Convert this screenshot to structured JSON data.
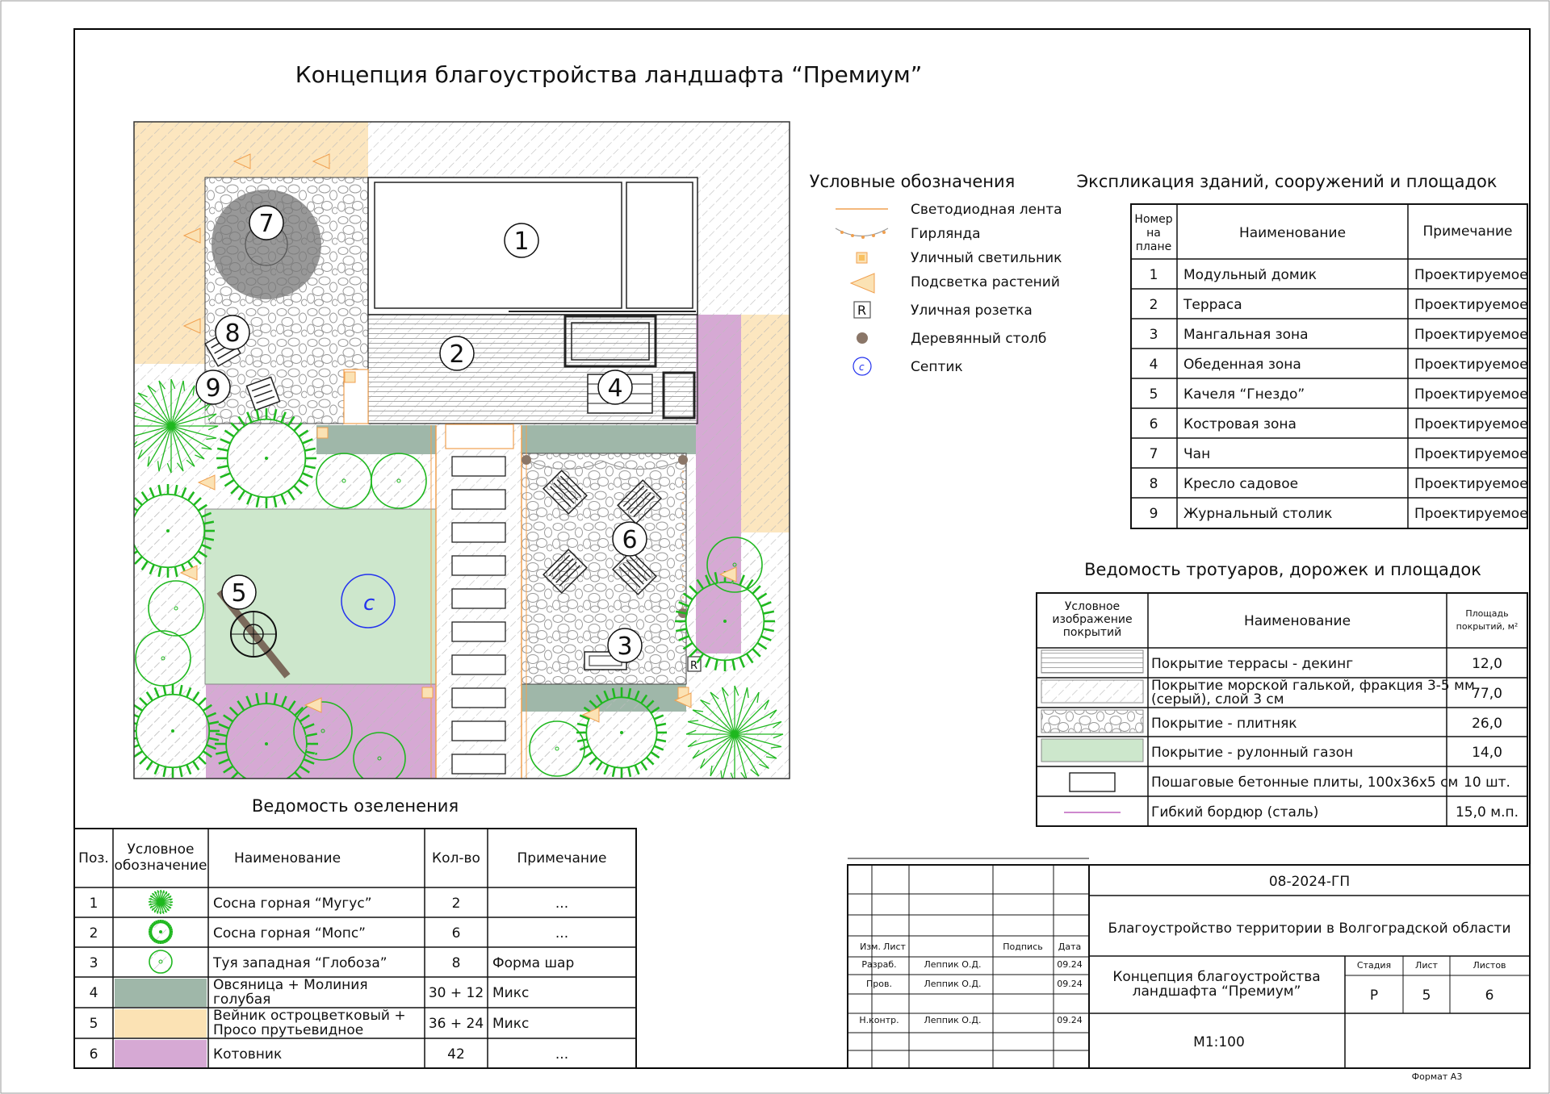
{
  "title": "Концепция благоустройства ландшафта “Премиум”",
  "colors": {
    "sand": "#fbe2b4",
    "purple": "#d6a9d4",
    "sage": "#9fb7a9",
    "lawn": "#cde7cc",
    "green": "#1fb81f",
    "hatch": "#bcbcbc",
    "deck": "#a9a9a9"
  },
  "plan": {
    "labels": [
      "1",
      "2",
      "3",
      "4",
      "5",
      "6",
      "7",
      "8",
      "9"
    ]
  },
  "legend": {
    "title": "Условные обозначения",
    "items": [
      {
        "icon": "led-strip-icon",
        "label": "Светодиодная лента"
      },
      {
        "icon": "garland-icon",
        "label": "Гирлянда"
      },
      {
        "icon": "street-lamp-icon",
        "label": "Уличный светильник"
      },
      {
        "icon": "plant-light-icon",
        "label": "Подсветка растений"
      },
      {
        "icon": "outlet-icon",
        "label": "Уличная розетка",
        "glyph": "R"
      },
      {
        "icon": "wood-post-icon",
        "label": "Деревянный столб"
      },
      {
        "icon": "septic-icon",
        "label": "Септик"
      }
    ]
  },
  "explication": {
    "title": "Экспликация зданий, сооружений и площадок",
    "headers": [
      "Номер на плане",
      "Наименование",
      "Примечание"
    ],
    "rows": [
      [
        "1",
        "Модульный домик",
        "Проектируемое"
      ],
      [
        "2",
        "Терраса",
        "Проектируемое"
      ],
      [
        "3",
        "Мангальная зона",
        "Проектируемое"
      ],
      [
        "4",
        "Обеденная зона",
        "Проектируемое"
      ],
      [
        "5",
        "Качеля “Гнездо”",
        "Проектируемое"
      ],
      [
        "6",
        "Костровая зона",
        "Проектируемое"
      ],
      [
        "7",
        "Чан",
        "Проектируемое"
      ],
      [
        "8",
        "Кресло садовое",
        "Проектируемое"
      ],
      [
        "9",
        "Журнальный столик",
        "Проектируемое"
      ]
    ]
  },
  "paths": {
    "title": "Ведомость тротуаров, дорожек и площадок",
    "headers": [
      "Условное изображение покрытий",
      "Наименование",
      "Площадь покрытий, м²"
    ],
    "rows": [
      [
        "Покрытие террасы - декинг",
        "12,0"
      ],
      [
        "Покрытие морской галькой, фракция 3-5 мм (серый), слой 3 см",
        "77,0"
      ],
      [
        "Покрытие - плитняк",
        "26,0"
      ],
      [
        "Покрытие - рулонный газон",
        "14,0"
      ],
      [
        "Пошаговые бетонные плиты, 100х36х5 см",
        "10 шт."
      ],
      [
        "Гибкий бордюр (сталь)",
        "15,0 м.п."
      ]
    ]
  },
  "greening": {
    "title": "Ведомость озеленения",
    "headers": [
      "Поз.",
      "Условное обозначение",
      "Наименование",
      "Кол-во",
      "Примечание"
    ],
    "rows": [
      [
        "1",
        "Сосна горная “Мугус”",
        "2",
        "..."
      ],
      [
        "2",
        "Сосна горная “Мопс”",
        "6",
        "..."
      ],
      [
        "3",
        "Туя западная “Глобоза”",
        "8",
        "Форма шар"
      ],
      [
        "4",
        "Овсяница + Молиния голубая",
        "30 + 12",
        "Микс"
      ],
      [
        "5",
        "Вейник остроцветковый + Просо прутьевидное",
        "36 + 24",
        "Микс"
      ],
      [
        "6",
        "Котовник",
        "42",
        "..."
      ]
    ]
  },
  "stamp": {
    "code": "08-2024-ГП",
    "project": "Благоустройство территории в Волгоградской области",
    "sheet_title": "Концепция благоустройства ландшафта “Премиум”",
    "cols": [
      "Изм.",
      "Лист",
      "Подпись",
      "Дата"
    ],
    "people": [
      [
        "Разраб.",
        "Леппик О.Д.",
        "09.24"
      ],
      [
        "Пров.",
        "Леппик О.Д.",
        "09.24"
      ],
      [
        "Н.контр.",
        "Леппик О.Д.",
        "09.24"
      ]
    ],
    "stage_label": "Стадия",
    "sheet_label": "Лист",
    "sheets_label": "Листов",
    "stage": "Р",
    "sheet": "5",
    "sheets": "6",
    "scale": "М1:100",
    "format": "Формат А3"
  }
}
